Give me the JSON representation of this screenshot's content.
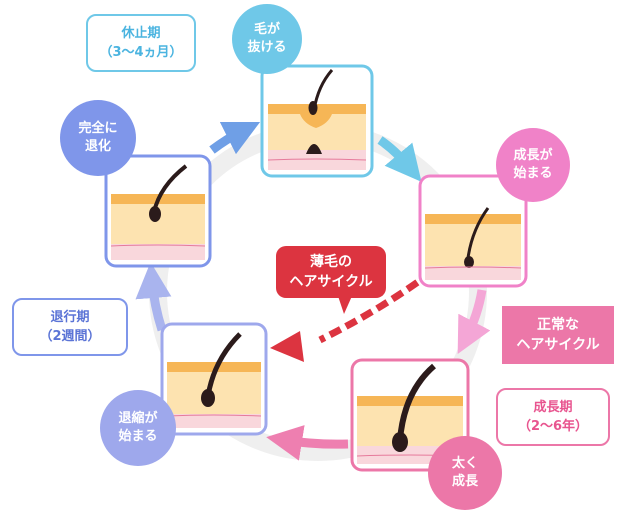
{
  "stages": {
    "telogen": {
      "name": "休止期",
      "duration": "（3〜4ヵ月）"
    },
    "anagen": {
      "name": "成長期",
      "duration": "（2〜6年）"
    },
    "catagen": {
      "name": "退行期",
      "duration": "（2週間）"
    }
  },
  "events": {
    "hair_falls": [
      "毛が",
      "抜ける"
    ],
    "growth_starts": [
      "成長が",
      "始まる"
    ],
    "grows_thick": [
      "太く",
      "成長"
    ],
    "shrink_starts": [
      "退縮が",
      "始まる"
    ],
    "fully_regressed": [
      "完全に",
      "退化"
    ]
  },
  "cycles": {
    "normal": [
      "正常な",
      "ヘアサイクル"
    ],
    "thinning": [
      "薄毛の",
      "ヘアサイクル"
    ]
  },
  "colors": {
    "blue": "#6fc8e8",
    "pink": "#f082c8",
    "deep_pink": "#ec77a8",
    "lavender": "#9ea8ec",
    "periwinkle": "#7f96ea",
    "red": "#dc3440",
    "skin": "#fde3b0",
    "fat_layer": "#f6b656",
    "dermis": "#f9d7dc"
  }
}
